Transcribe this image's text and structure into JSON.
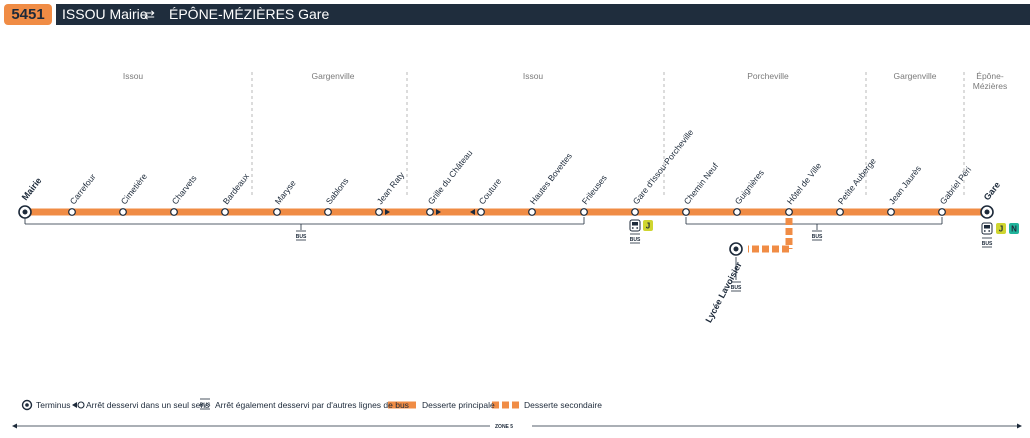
{
  "header": {
    "line_number": "5451",
    "origin": "ISSOU Mairie",
    "arrows": "⇄",
    "destination": "ÉPÔNE-MÉZIÈRES Gare"
  },
  "communes": [
    "Issou",
    "Gargenville",
    "Issou",
    "Porcheville",
    "Gargenville",
    "Épône-\nMézières"
  ],
  "stops": [
    {
      "name": "Mairie",
      "terminus": true
    },
    {
      "name": "Carrefour"
    },
    {
      "name": "Cimetière"
    },
    {
      "name": "Charvets"
    },
    {
      "name": "Bardeaux"
    },
    {
      "name": "Maryse"
    },
    {
      "name": "Sablons"
    },
    {
      "name": "Jean Raty",
      "one_way": "right"
    },
    {
      "name": "Grille du Château",
      "one_way": "right"
    },
    {
      "name": "Couture",
      "one_way": "left"
    },
    {
      "name": "Hautes Bovettes"
    },
    {
      "name": "Frileuses"
    },
    {
      "name": "Gare d'Issou-Porcheville",
      "train": true,
      "rer_lines": [
        "J"
      ]
    },
    {
      "name": "Chemin Neuf"
    },
    {
      "name": "Guignières"
    },
    {
      "name": "Hôtel de Ville"
    },
    {
      "name": "Petite Auberge"
    },
    {
      "name": "Jean Jaurès"
    },
    {
      "name": "Gabriel Péri"
    },
    {
      "name": "Gare",
      "terminus": true,
      "train": true,
      "rer_lines": [
        "J",
        "N"
      ]
    }
  ],
  "branch_stop": {
    "name": "Lycée Lavoisier",
    "terminus": true
  },
  "bus_label": "BUS",
  "line_letters": {
    "J": "J",
    "N": "N"
  },
  "colors": {
    "main_line": "#f08c45",
    "header_bg": "#1f2d3d",
    "badge": "#f08c45",
    "rer_J": "#cfd530",
    "transilien_N": "#20b39b"
  },
  "legend": {
    "terminus": "Terminus",
    "one_way": "Arrêt desservi dans un seul sens",
    "bus_connection": "Arrêt également desservi par d'autres lignes de bus",
    "main_service": "Desserte principale",
    "secondary_service": "Desserte secondaire"
  },
  "zone": "ZONE 5"
}
